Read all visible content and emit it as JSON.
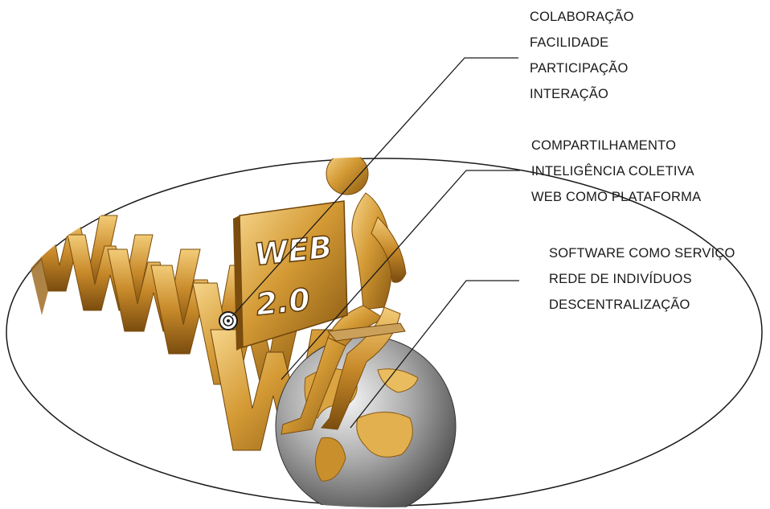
{
  "sign": {
    "line1": "WEB",
    "line2": "2.0"
  },
  "groups": [
    {
      "items": [
        "COLABORAÇÃO",
        "FACILIDADE",
        "PARTICIPAÇÃO",
        "INTERAÇÃO"
      ]
    },
    {
      "items": [
        "COMPARTILHAMENTO",
        "INTELIGÊNCIA COLETIVA",
        "WEB COMO PLATAFORMA"
      ]
    },
    {
      "items": [
        "SOFTWARE COMO SERVIÇO",
        "REDE DE INDIVÍDUOS",
        "DESCENTRALIZAÇÃO"
      ]
    }
  ]
}
